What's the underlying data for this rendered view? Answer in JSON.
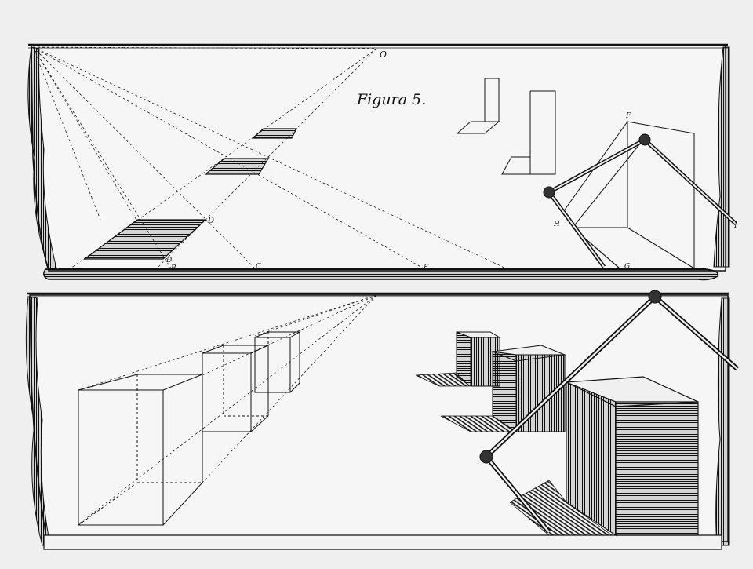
{
  "plate": {
    "title": "Figura 5.",
    "colors": {
      "paper": "#efefef",
      "ink": "#111111"
    }
  },
  "upper_panel": {
    "point_labels": {
      "vanishing_point": "O",
      "distance_point": "D",
      "square_corner": "D",
      "baseline_b": "B",
      "baseline_c": "C",
      "baseline_f": "F",
      "frame_f": "F",
      "frame_h": "H",
      "frame_g": "G",
      "compass_i": "I"
    }
  },
  "lower_panel": {
    "point_labels": {}
  }
}
